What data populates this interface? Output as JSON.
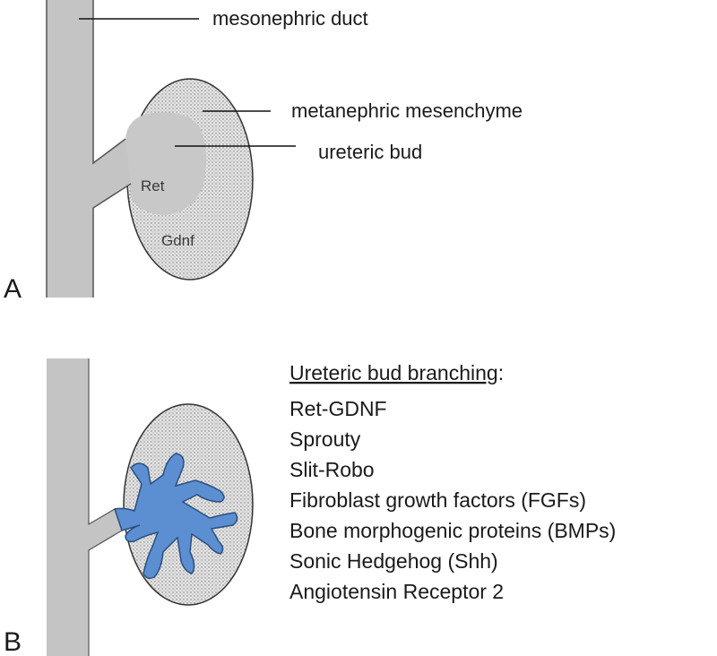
{
  "panel_a": {
    "letter": "A",
    "labels": {
      "mesonephric_duct": "mesonephric duct",
      "metanephric_mesenchyme": "metanephric mesenchyme",
      "ureteric_bud": "ureteric bud",
      "ret": "Ret",
      "gdnf": "Gdnf"
    }
  },
  "panel_b": {
    "letter": "B",
    "heading": "Ureteric bud branching",
    "heading_suffix": ":",
    "factors": [
      "Ret-GDNF",
      "Sprouty",
      "Slit-Robo",
      "Fibroblast growth factors (FGFs)",
      "Bone morphogenic proteins (BMPs)",
      "Sonic Hedgehog (Shh)",
      "Angiotensin Receptor 2"
    ]
  },
  "colors": {
    "duct_fill": "#c4c4c4",
    "duct_stroke": "#555555",
    "mesenchyme_fill": "#e3e3e3",
    "bud_fill": "#c9c9c9",
    "branching_fill": "#5b8fd1",
    "branching_stroke": "#2a4e80"
  }
}
